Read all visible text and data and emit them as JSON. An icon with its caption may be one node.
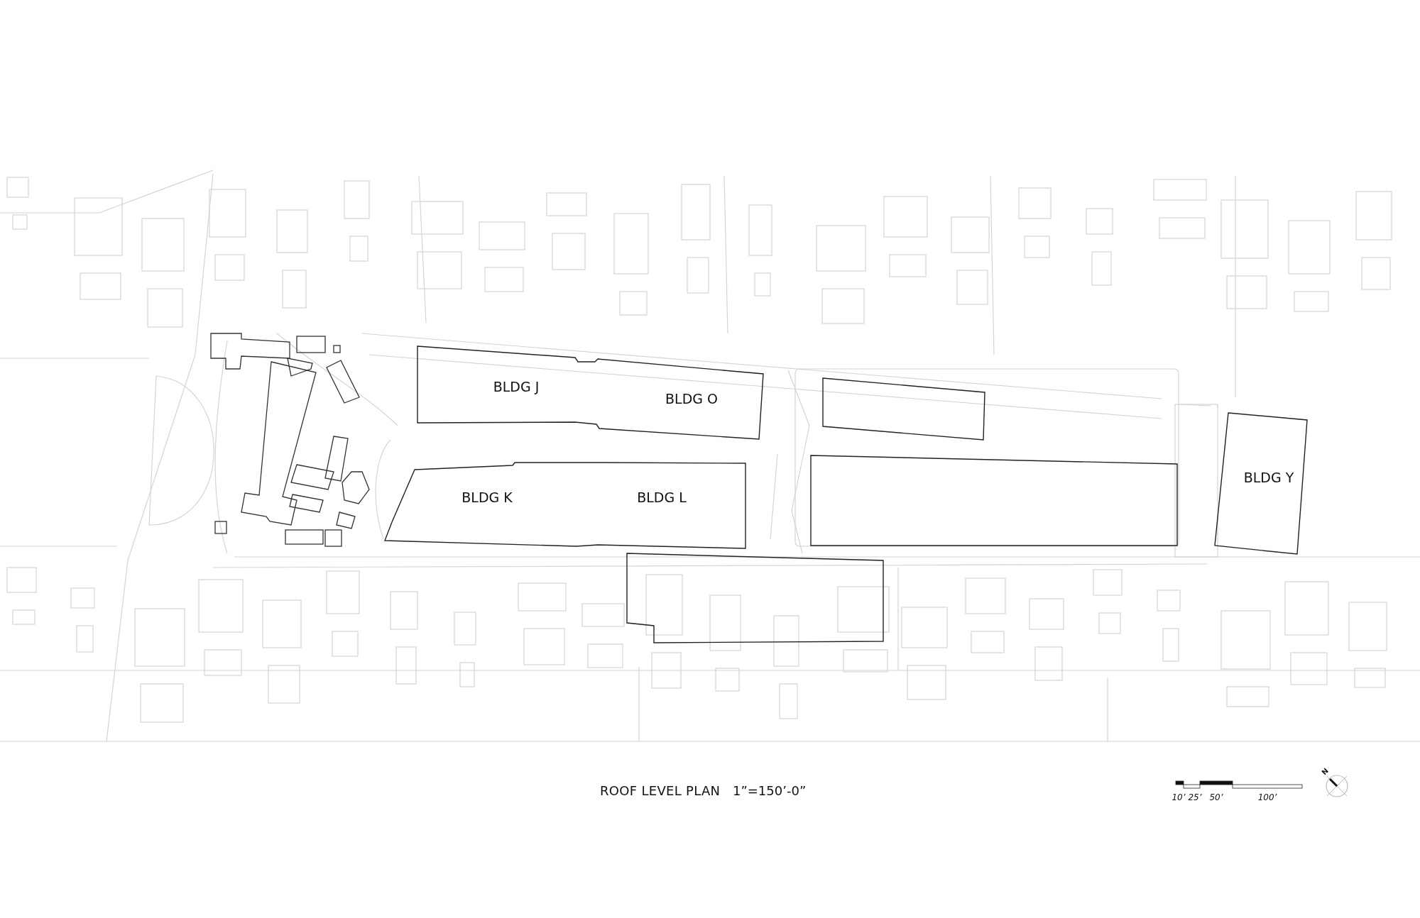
{
  "diagram": {
    "title": "ROOF LEVEL PLAN",
    "nodes": [
      {
        "text": [
          "BLDG J",
          "BLDG O"
        ]
      },
      {
        "text": [
          "BLDG K",
          "BLDG L"
        ]
      },
      {
        "text": [],
        "shape": "box"
      },
      {
        "text": [],
        "shape": "box"
      },
      {
        "text": [
          "BLDG Y"
        ]
      },
      {
        "text": [],
        "shape": "box"
      }
    ],
    "labels": [
      "1”=150’-0”",
      "10’",
      "25’",
      "50’",
      "100’",
      "N"
    ]
  }
}
